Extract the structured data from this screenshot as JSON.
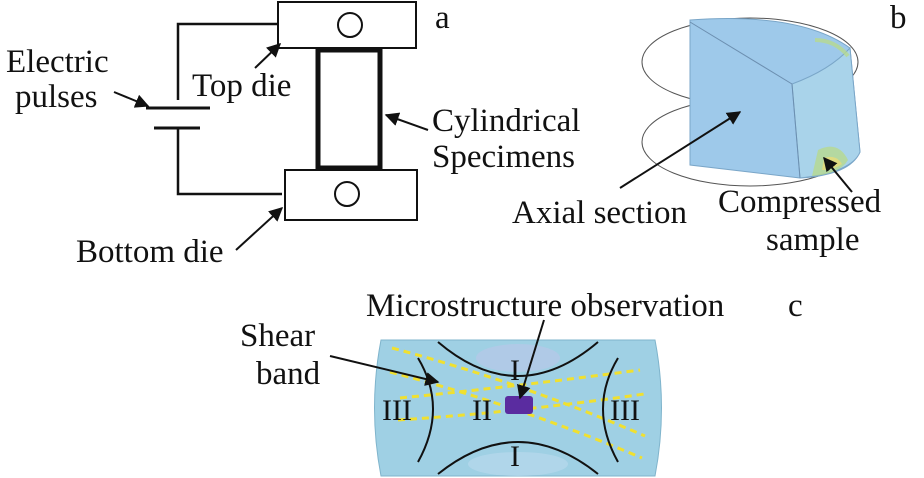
{
  "panel_a": {
    "letter": "a",
    "labels": {
      "electric_line1": "Electric",
      "electric_line2": "pulses",
      "top_die": "Top die",
      "cylindrical_line1": "Cylindrical",
      "cylindrical_line2": "Specimens",
      "bottom_die": "Bottom die"
    }
  },
  "panel_b": {
    "letter": "b",
    "labels": {
      "axial_section": "Axial section",
      "compressed_line1": "Compressed",
      "compressed_line2": "sample"
    },
    "colors": {
      "fill": "#9ec9ea",
      "edge_green": "#b6d98f",
      "edge_yellow": "#e2dc7d"
    }
  },
  "panel_c": {
    "letter": "c",
    "labels": {
      "microstructure": "Microstructure observation",
      "shear_line1": "Shear",
      "shear_line2": "band",
      "zone_I_top": "I",
      "zone_I_bottom": "I",
      "zone_II": "II",
      "zone_III_left": "III",
      "zone_III_right": "III"
    },
    "colors": {
      "fill": "#9fd0e4",
      "band": "#f0e030",
      "marker": "#5a2ca0"
    }
  }
}
